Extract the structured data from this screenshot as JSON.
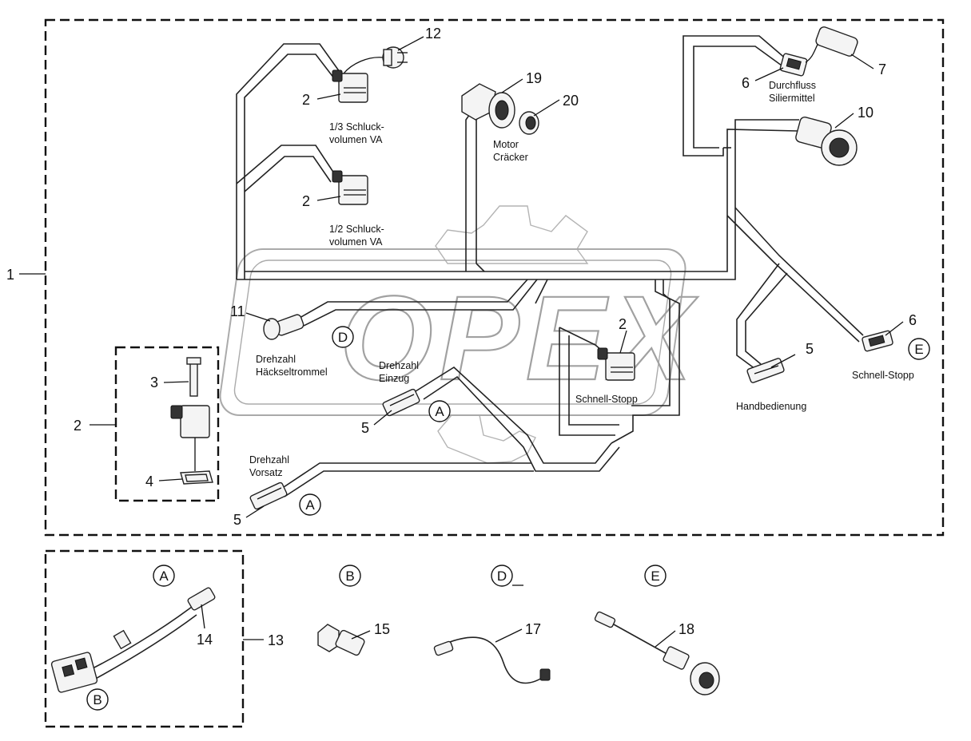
{
  "callouts": {
    "c1": "1",
    "c2a": "2",
    "c2b": "2",
    "c2c": "2",
    "c2d": "2",
    "c3": "3",
    "c4": "4",
    "c5a": "5",
    "c5b": "5",
    "c5c": "5",
    "c6a": "6",
    "c6b": "6",
    "c7": "7",
    "c10": "10",
    "c11": "11",
    "c12": "12",
    "c13": "13",
    "c14": "14",
    "c15": "15",
    "c17": "17",
    "c18": "18",
    "c19": "19",
    "c20": "20"
  },
  "labels": {
    "schluck13_l1": "1/3 Schluck-",
    "schluck13_l2": "volumen VA",
    "schluck12_l1": "1/2 Schluck-",
    "schluck12_l2": "volumen VA",
    "motor_l1": "Motor",
    "motor_l2": "Cräcker",
    "durchfluss_l1": "Durchfluss",
    "durchfluss_l2": "Siliermittel",
    "drehzahl_h_l1": "Drehzahl",
    "drehzahl_h_l2": "Häckseltrommel",
    "drehzahl_e_l1": "Drehzahl",
    "drehzahl_e_l2": "Einzug",
    "drehzahl_v_l1": "Drehzahl",
    "drehzahl_v_l2": "Vorsatz",
    "schnellstopp_mid": "Schnell-Stopp",
    "schnellstopp_right": "Schnell-Stopp",
    "handbedienung": "Handbedienung"
  },
  "refs": {
    "d_mid": "D",
    "a_mid": "A",
    "a_low": "A",
    "e_right": "E",
    "a_box": "A",
    "b_box": "B",
    "b_kit": "B",
    "d_kit": "D",
    "e_kit": "E"
  },
  "watermark": "OPEX"
}
